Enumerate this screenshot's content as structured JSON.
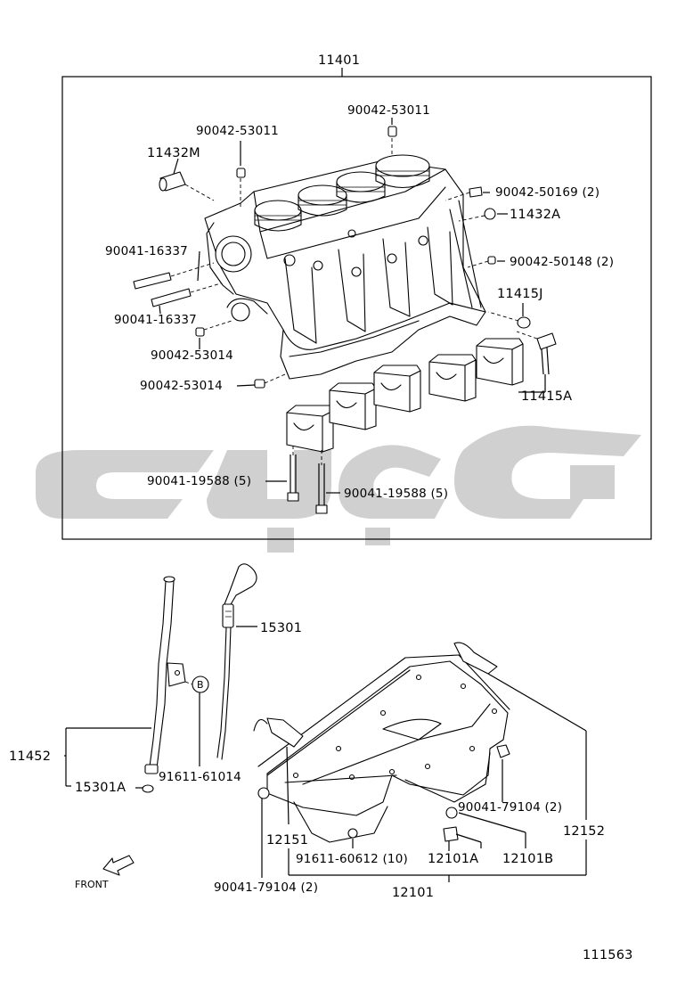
{
  "labels": {
    "block_assy": "11401",
    "plug_top_left": "90042-53011",
    "plug_top_center": "90042-53011",
    "pin_11432m": "11432M",
    "plug_right_1": "90042-50169 (2)",
    "pin_11432a": "11432A",
    "stud_upper": "90041-16337",
    "plug_right_2": "90042-50148 (2)",
    "washer_11415j": "11415J",
    "stud_lower": "90041-16337",
    "plug_left_1": "90042-53014",
    "plug_left_2": "90042-53014",
    "bolt_11415a": "11415A",
    "bolt_cap_left": "90041-19588 (5)",
    "bolt_cap_right": "90041-19588 (5)",
    "gauge": "15301",
    "callout_b": "B",
    "guide_assy": "11452",
    "gauge_guide": "15301A",
    "o_ring": "91611-61014",
    "bolt_pan_right": "90041-79104 (2)",
    "pan_sub": "12152",
    "baffle": "12151",
    "bolt_pan_bottom": "91611-60612 (10)",
    "plug_12101a": "12101A",
    "gasket_12101b": "12101B",
    "bolt_pan_left": "90041-79104 (2)",
    "pan_assy": "12101",
    "front": "FRONT",
    "diagram_id": "111563"
  },
  "watermark_color": "#c8c8c8"
}
